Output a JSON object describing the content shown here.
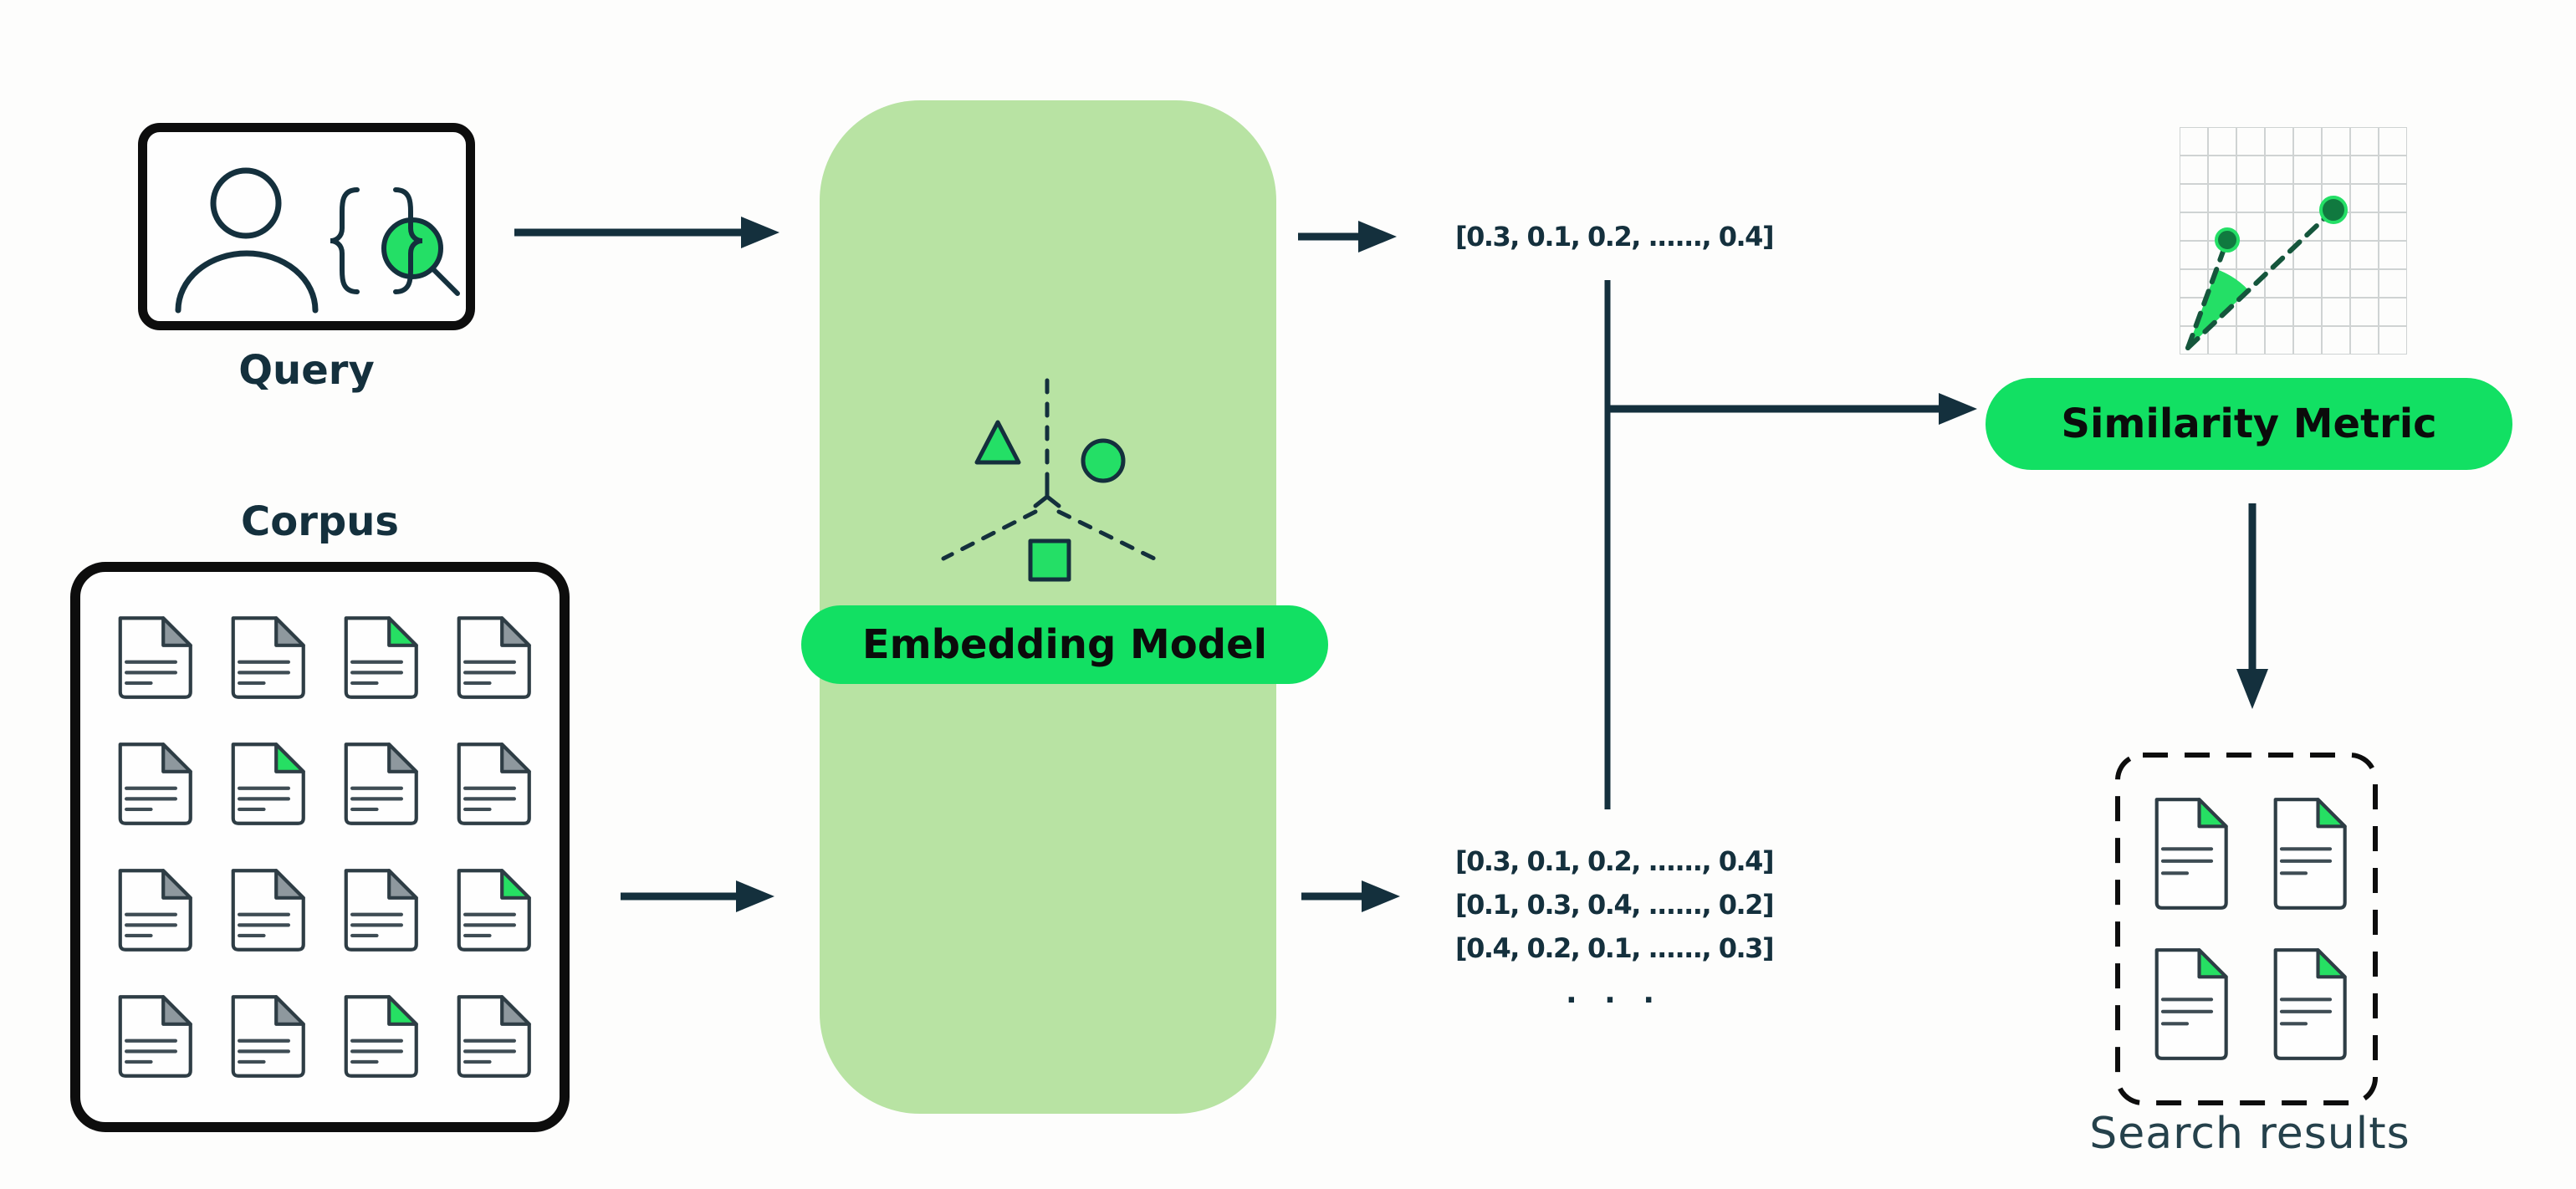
{
  "colors": {
    "accent_green": "#12e063",
    "light_green": "#b8e3a3",
    "icon_green": "#24df66",
    "dark_navy": "#14303d",
    "outline_black": "#0d0d0d",
    "doc_outline": "#2e3d45",
    "doc_line": "#3e4c54",
    "fold_gray": "#8e989e",
    "fold_green": "#26df63",
    "grid_line": "#cfd3d3",
    "dash_green": "#15563c",
    "dot_green": "#10793f",
    "text_teal": "#25414b"
  },
  "query": {
    "label": "Query"
  },
  "corpus": {
    "label": "Corpus",
    "folds": [
      "gray",
      "gray",
      "green",
      "gray",
      "gray",
      "green",
      "gray",
      "gray",
      "gray",
      "gray",
      "gray",
      "green",
      "gray",
      "gray",
      "green",
      "gray"
    ]
  },
  "embedding": {
    "label": "Embedding Model"
  },
  "vectors": {
    "query_vector": "[0.3, 0.1, 0.2, ......, 0.4]",
    "corpus_vectors": [
      "[0.3, 0.1, 0.2, ......, 0.4]",
      "[0.1, 0.3, 0.4, ......, 0.2]",
      "[0.4, 0.2, 0.1, ......, 0.3]"
    ],
    "ellipsis": ". . ."
  },
  "similarity": {
    "label": "Similarity Metric"
  },
  "results": {
    "label": "Search results",
    "folds": [
      "green",
      "green",
      "green",
      "green"
    ]
  }
}
